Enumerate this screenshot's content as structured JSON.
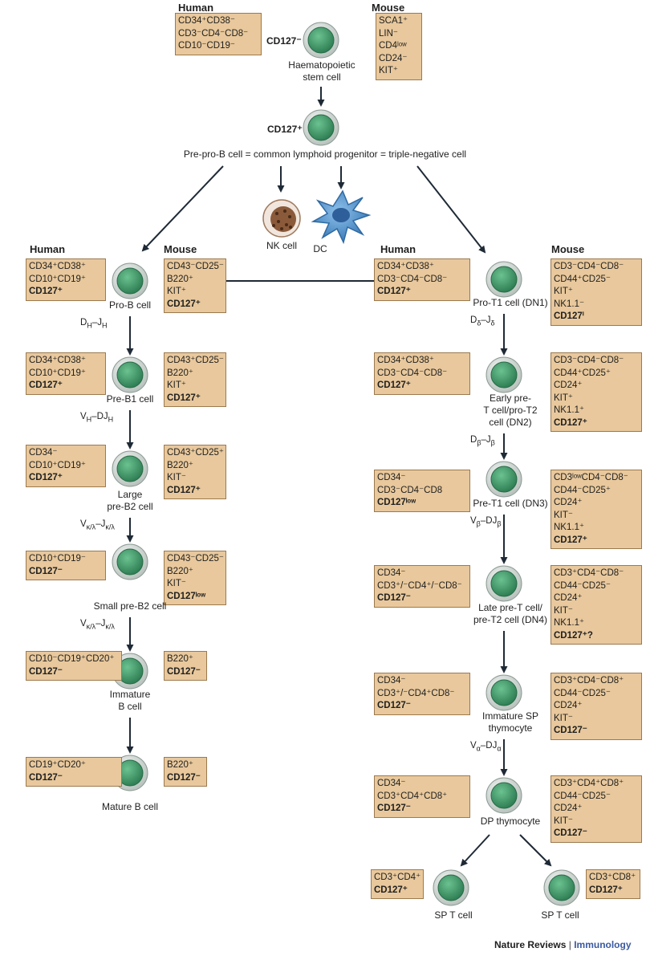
{
  "col_headers": {
    "top_human": "Human",
    "top_mouse": "Mouse",
    "left_human": "Human",
    "left_mouse": "Mouse",
    "right_human": "Human",
    "right_mouse": "Mouse"
  },
  "top": {
    "hsc_marker": "CD127⁻",
    "hsc_label": [
      "Haematopoietic",
      "stem cell"
    ],
    "clp_marker": "CD127⁺",
    "clp_label": "Pre-pro-B cell = common lymphoid progenitor = triple-negative cell",
    "nk_label": "NK cell",
    "dc_label": "DC",
    "human_box": [
      "CD34⁺CD38⁻",
      "CD3⁻CD4⁻CD8⁻",
      "CD10⁻CD19⁻"
    ],
    "mouse_box": [
      "SCA1⁺",
      "LIN⁻",
      "CD4ˡᵒʷ",
      "CD24⁻",
      "KIT⁺"
    ]
  },
  "b_lineage": [
    {
      "label": [
        "Pro-B cell"
      ],
      "human": [
        "CD34⁺CD38⁺",
        "CD10⁺CD19⁺",
        "CD127⁺"
      ],
      "mouse": [
        "CD43⁻CD25⁻",
        "B220⁺",
        "KIT⁺",
        "CD127⁺"
      ],
      "step": "D_H–J_H"
    },
    {
      "label": [
        "Pre-B1 cell"
      ],
      "human": [
        "CD34⁺CD38⁺",
        "CD10⁺CD19⁺",
        "CD127⁺"
      ],
      "mouse": [
        "CD43⁺CD25⁻",
        "B220⁺",
        "KIT⁺",
        "CD127⁺"
      ],
      "step": "V_H–DJ_H"
    },
    {
      "label": [
        "Large",
        "pre-B2 cell"
      ],
      "human": [
        "CD34⁻",
        "CD10⁺CD19⁺",
        "CD127⁺"
      ],
      "mouse": [
        "CD43⁺CD25⁺",
        "B220⁺",
        "KIT⁻",
        "CD127⁺"
      ],
      "step": "V_κ/λ–J_κ/λ"
    },
    {
      "label": [
        "Small pre-B2 cell"
      ],
      "human": [
        "CD10⁺CD19⁻",
        "CD127⁻"
      ],
      "mouse": [
        "CD43⁻CD25⁻",
        "B220⁺",
        "KIT⁻",
        "CD127ˡᵒʷ"
      ],
      "step": "V_κ/λ–J_κ/λ"
    },
    {
      "label": [
        "Immature",
        "B cell"
      ],
      "human": [
        "CD10⁻CD19⁺CD20⁺",
        "CD127⁻"
      ],
      "mouse": [
        "B220⁺",
        "CD127⁻"
      ],
      "step": ""
    },
    {
      "label": [
        "Mature B cell"
      ],
      "human": [
        "CD19⁺CD20⁺",
        "CD127⁻"
      ],
      "mouse": [
        "B220⁺",
        "CD127⁻"
      ],
      "step": ""
    }
  ],
  "t_lineage": [
    {
      "label": [
        "Pro-T1 cell (DN1)"
      ],
      "human": [
        "CD34⁺CD38⁺",
        "CD3⁻CD4⁻CD8⁻",
        "CD127⁺"
      ],
      "mouse": [
        "CD3⁻CD4⁻CD8⁻",
        "CD44⁺CD25⁻",
        "KIT⁺",
        "NK1.1⁻",
        "CD127ⁱ"
      ],
      "step": "D_δ–J_δ"
    },
    {
      "label": [
        "Early pre-",
        "T cell/pro-T2",
        "cell (DN2)"
      ],
      "human": [
        "CD34⁺CD38⁺",
        "CD3⁻CD4⁻CD8⁻",
        "CD127⁺"
      ],
      "mouse": [
        "CD3⁻CD4⁻CD8⁻",
        "CD44⁺CD25⁺",
        "CD24⁺",
        "KIT⁺",
        "NK1.1⁺",
        "CD127⁺"
      ],
      "step": "D_β–J_β"
    },
    {
      "label": [
        "Pre-T1 cell (DN3)"
      ],
      "human": [
        "CD34⁻",
        "CD3⁻CD4⁻CD8",
        "CD127ˡᵒʷ"
      ],
      "mouse": [
        "CD3ˡᵒʷCD4⁻CD8⁻",
        "CD44⁻CD25⁺",
        "CD24⁺",
        "KIT⁻",
        "NK1.1⁺",
        "CD127⁺"
      ],
      "step": "V_β–DJ_β"
    },
    {
      "label": [
        "Late pre-T cell/",
        "pre-T2 cell (DN4)"
      ],
      "human": [
        "CD34⁻",
        "CD3⁺/⁻CD4⁺/⁻CD8⁻",
        "CD127⁻"
      ],
      "mouse": [
        "CD3⁺CD4⁻CD8⁻",
        "CD44⁻CD25⁻",
        "CD24⁺",
        "KIT⁻",
        "NK1.1⁺",
        "CD127⁺?"
      ],
      "step": ""
    },
    {
      "label": [
        "Immature SP",
        "thymocyte"
      ],
      "human": [
        "CD34⁻",
        "CD3⁺/⁻CD4⁺CD8⁻",
        "CD127⁻"
      ],
      "mouse": [
        "CD3⁺CD4⁻CD8⁺",
        "CD44⁻CD25⁻",
        "CD24⁺",
        "KIT⁻",
        "CD127⁻"
      ],
      "step": "V_α–DJ_α"
    },
    {
      "label": [
        "DP thymocyte"
      ],
      "human": [
        "CD34⁻",
        "CD3⁺CD4⁺CD8⁺",
        "CD127⁻"
      ],
      "mouse": [
        "CD3⁺CD4⁺CD8⁺",
        "CD44⁻CD25⁻",
        "CD24⁺",
        "KIT⁻",
        "CD127⁻"
      ],
      "step": ""
    }
  ],
  "sp_cd4": {
    "label": "SP T cell",
    "box": [
      "CD3⁺CD4⁺",
      "CD127⁺"
    ]
  },
  "sp_cd8": {
    "label": "SP T cell",
    "box": [
      "CD3⁺CD8⁺",
      "CD127⁺"
    ]
  },
  "footer": {
    "journal": "Nature Reviews",
    "separator": "|",
    "section": "Immunology"
  },
  "colors": {
    "box_fill": "#e8c89c",
    "box_border": "#9c7a4e",
    "cell_fill": "#3e9a68",
    "cell_ring": "#cfd6d2",
    "arrow": "#1f2a36",
    "nk_fill": "#8a5a3a",
    "dc_fill": "#4d8fc8"
  }
}
